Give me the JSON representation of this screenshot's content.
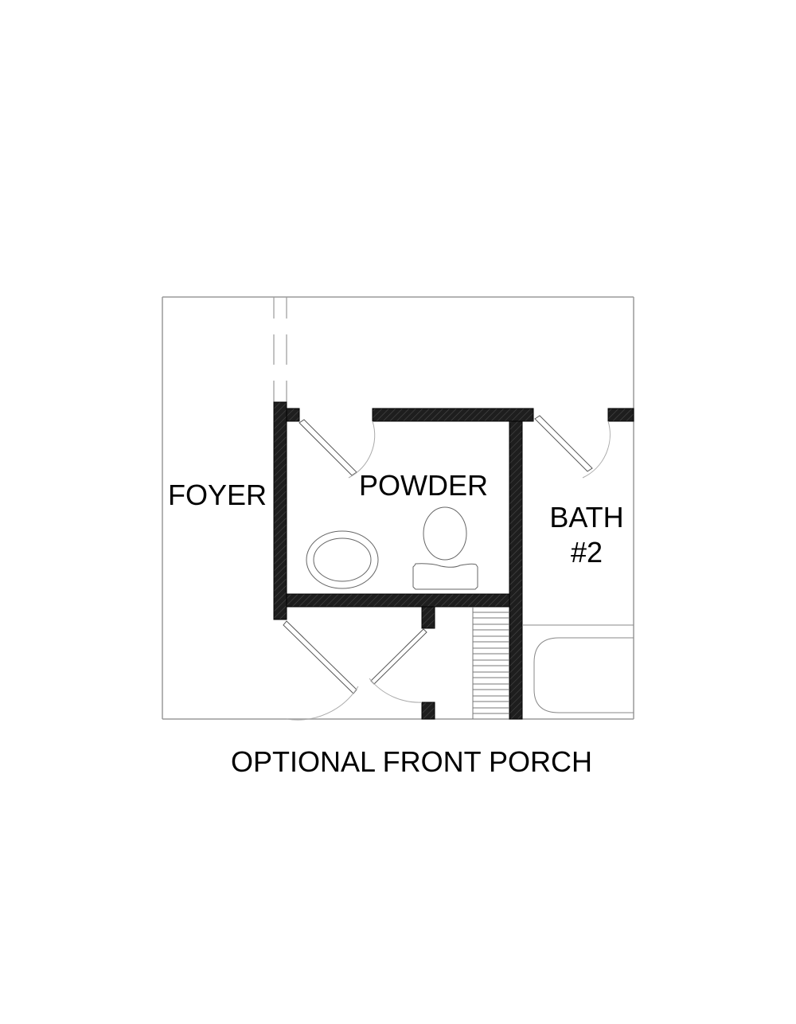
{
  "diagram": {
    "type": "floor-plan",
    "rooms": [
      {
        "id": "foyer",
        "label": "FOYER"
      },
      {
        "id": "powder",
        "label": "POWDER"
      },
      {
        "id": "bath2",
        "label_line1": "BATH",
        "label_line2": "#2"
      }
    ],
    "caption": "OPTIONAL FRONT PORCH",
    "fixtures": [
      "sink",
      "toilet",
      "bathtub",
      "stair-treads"
    ],
    "colors": {
      "wall_fill": "#1e1e1e",
      "wall_hatch": "#4a4a4a",
      "line": "#9a9a9a",
      "text": "#000000",
      "background": "#ffffff"
    }
  }
}
